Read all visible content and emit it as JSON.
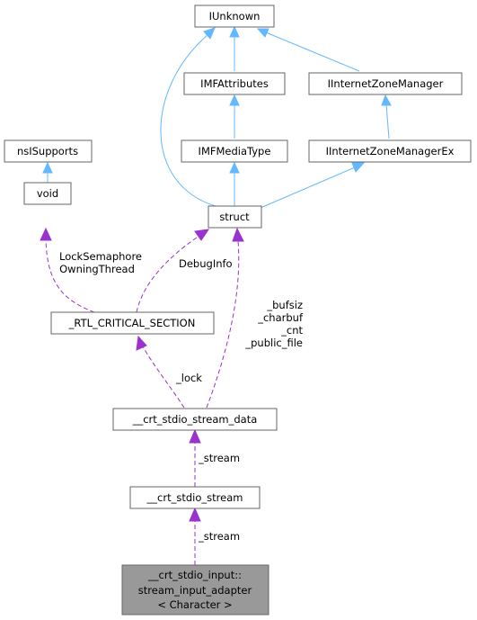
{
  "nodes": {
    "iunknown": "IUnknown",
    "imfattributes": "IMFAttributes",
    "iinternetzonemanager": "IInternetZoneManager",
    "nsisupports": "nsISupports",
    "imfmediatype": "IMFMediaType",
    "iinternetzonemanagerex": "IInternetZoneManagerEx",
    "void": "void",
    "struct": "struct",
    "rtl_critical_section": "_RTL_CRITICAL_SECTION",
    "crt_stdio_stream_data": "__crt_stdio_stream_data",
    "crt_stdio_stream": "__crt_stdio_stream",
    "crt_stdio_input": [
      "__crt_stdio_input::",
      "stream_input_adapter",
      "< Character >"
    ]
  },
  "edge_labels": {
    "lock_semaphore": [
      "LockSemaphore",
      "OwningThread"
    ],
    "debug_info": "DebugInfo",
    "file_fields": [
      "_bufsiz",
      "_charbuf",
      "_cnt",
      "_public_file"
    ],
    "lock": "_lock",
    "stream_1": "_stream",
    "stream_2": "_stream"
  }
}
